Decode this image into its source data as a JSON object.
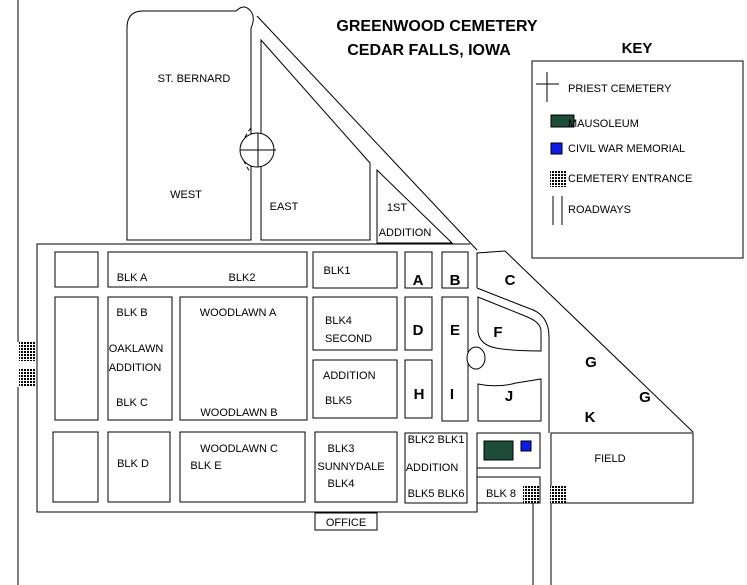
{
  "title": {
    "line1": "GREENWOOD CEMETERY",
    "line2": "CEDAR FALLS, IOWA"
  },
  "key": {
    "title": "KEY",
    "items": [
      {
        "symbol": "priest-cross-icon",
        "label": "PRIEST CEMETERY"
      },
      {
        "symbol": "mausoleum-swatch",
        "label": "MAUSOLEUM"
      },
      {
        "symbol": "civil-war-memorial-swatch",
        "label": "CIVIL WAR MEMORIAL"
      },
      {
        "symbol": "cemetery-entrance-swatch",
        "label": "CEMETERY ENTRANCE"
      },
      {
        "symbol": "roadways-symbol",
        "label": "ROADWAYS"
      }
    ]
  },
  "map": {
    "labels": {
      "st_bernard": "ST. BERNARD",
      "west": "WEST",
      "east": "EAST",
      "first_addition_l1": "1ST",
      "first_addition_l2": "ADDITION",
      "blk_a": "BLK A",
      "blk2": "BLK2",
      "blk1": "BLK1",
      "blk_b": "BLK B",
      "oaklawn_l1": "OAKLAWN",
      "oaklawn_l2": "ADDITION",
      "blk_c": "BLK C",
      "woodlawn_a": "WOODLAWN A",
      "woodlawn_b": "WOODLAWN B",
      "blk4_second_l1": "BLK4",
      "blk4_second_l2": "SECOND",
      "addition_blk5_l1": "ADDITION",
      "addition_blk5_l2": "BLK5",
      "blk_d": "BLK D",
      "woodlawn_c": "WOODLAWN C",
      "blk_e": "BLK E",
      "blk3": "BLK3",
      "sunnydale": "SUNNYDALE",
      "blk4": "BLK4",
      "se_addition_l1": "BLK2 BLK1",
      "se_addition_l2": "ADDITION",
      "se_addition_l3": "BLK5 BLK6",
      "blk_8": "BLK 8",
      "field": "FIELD",
      "office": "OFFICE",
      "sec_a": "A",
      "sec_b": "B",
      "sec_c": "C",
      "sec_d": "D",
      "sec_e": "E",
      "sec_f": "F",
      "sec_g": "G",
      "sec_h": "H",
      "sec_i": "I",
      "sec_j": "J",
      "sec_k": "K"
    },
    "colors": {
      "mausoleum": "#1d4c39",
      "civil_war_memorial": "#0d1ce8",
      "line": "#000000",
      "background": "#ffffff"
    }
  }
}
